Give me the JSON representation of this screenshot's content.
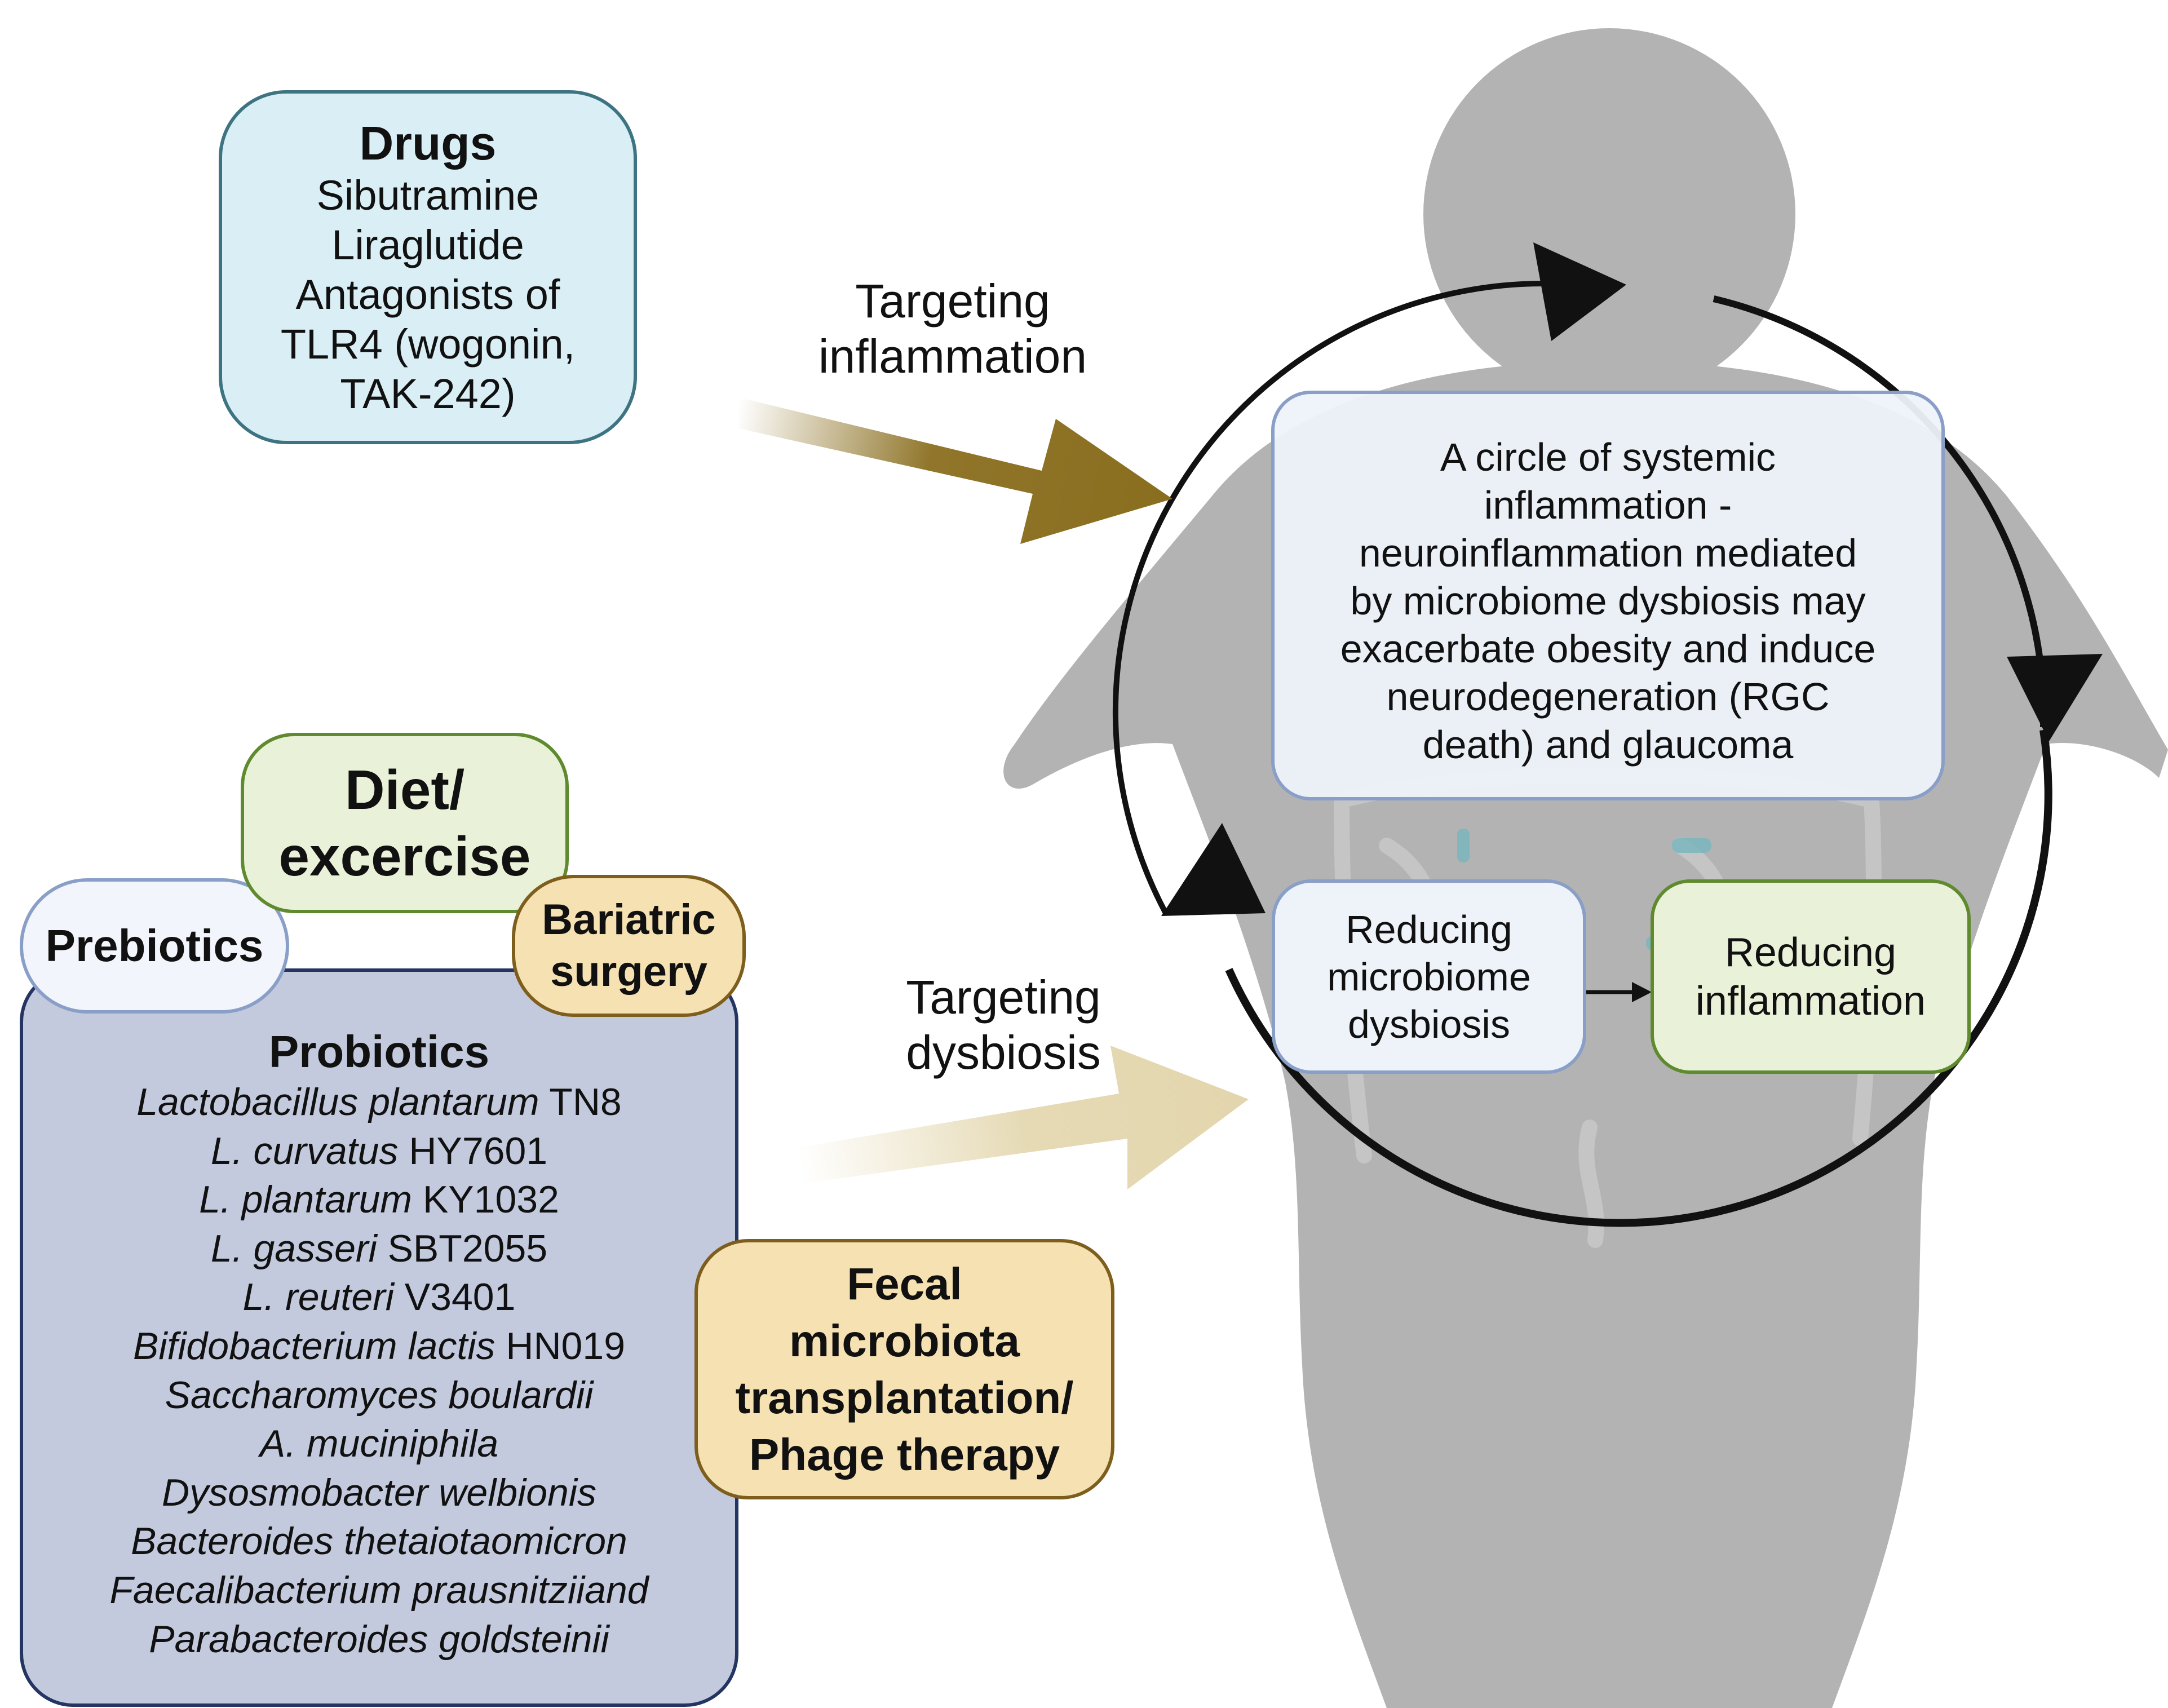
{
  "drugs": {
    "title": "Drugs",
    "lines": [
      "Sibutramine",
      "Liraglutide",
      "Antagonists of",
      "TLR4 (wogonin,",
      "TAK-242)"
    ]
  },
  "arrow_top_label": [
    "Targeting",
    "inflammation"
  ],
  "arrow_bottom_label": [
    "Targeting",
    "dysbiosis"
  ],
  "circle_box": {
    "lines": [
      "A circle of systemic",
      "inflammation -",
      "neuroinflammation mediated",
      "by microbiome dysbiosis may",
      "exacerbate obesity and induce",
      "neurodegeneration (RGC",
      "death) and glaucoma"
    ]
  },
  "reducing_dysbiosis": [
    "Reducing",
    "microbiome",
    "dysbiosis"
  ],
  "reducing_inflammation": [
    "Reducing",
    "inflammation"
  ],
  "diet": [
    "Diet/",
    "excercise"
  ],
  "prebiotics": "Prebiotics",
  "bariatric": [
    "Bariatric",
    "surgery"
  ],
  "probiotics": {
    "title": "Probiotics",
    "items": [
      {
        "italic": "Lactobacillus plantarum",
        "plain": " TN8"
      },
      {
        "italic": "L. curvatus",
        "plain": " HY7601"
      },
      {
        "italic": "L. plantarum",
        "plain": " KY1032"
      },
      {
        "italic": "L. gasseri",
        "plain": " SBT2055"
      },
      {
        "italic": "L. reuteri",
        "plain": " V3401"
      },
      {
        "italic": "Bifidobacterium lactis",
        "plain": " HN019"
      },
      {
        "italic": "Saccharomyces boulardii",
        "plain": ""
      },
      {
        "italic": "A. muciniphila",
        "plain": ""
      },
      {
        "italic": "Dysosmobacter welbionis",
        "plain": ""
      },
      {
        "italic": "Bacteroides thetaiotaomicron",
        "plain": ""
      },
      {
        "italic": "Faecalibacterium prausnitziiand",
        "plain": ""
      },
      {
        "italic": "Parabacteroides goldsteinii",
        "plain": ""
      }
    ]
  },
  "fecal": [
    "Fecal",
    "microbiota",
    "transplantation/",
    "Phage therapy"
  ],
  "colors": {
    "body": "#b3b3b3",
    "drugs_fill": "#d9eff5",
    "drugs_border": "#3e7482",
    "circle_fill": "#eef3fa",
    "circle_border": "#8a9fc7",
    "green_fill": "#e9f2d8",
    "green_border": "#5f8a2e",
    "probiotics_fill": "#c3cade",
    "probiotics_border": "#243561",
    "tan_fill": "#f6e1b2",
    "tan_border": "#7d5e1c",
    "arrow_dark": "#8a6e1f",
    "arrow_light": "#e3d6ad"
  }
}
